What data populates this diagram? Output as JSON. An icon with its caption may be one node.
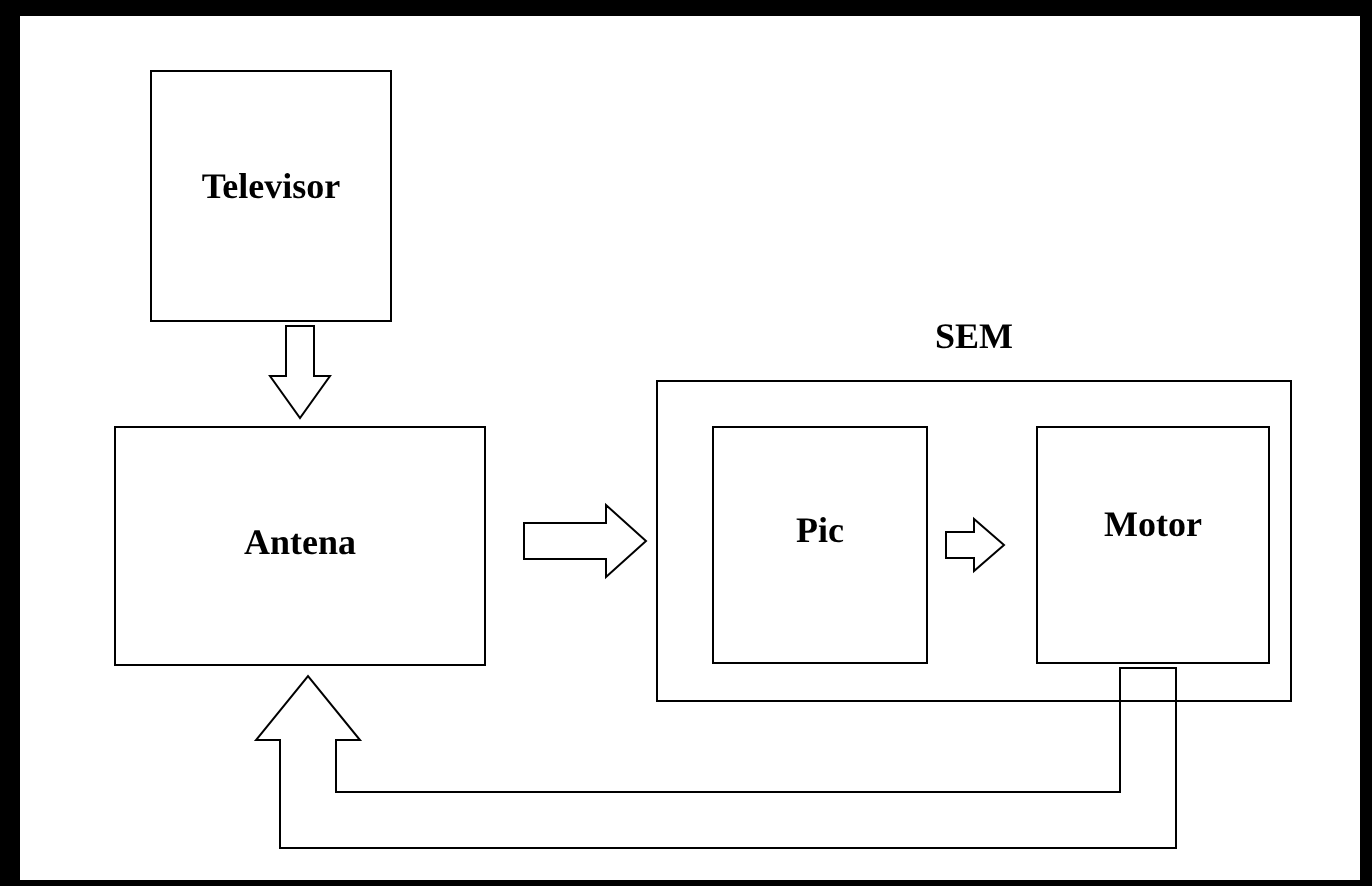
{
  "diagram": {
    "nodes": [
      {
        "text": [
          "Televisor"
        ]
      },
      {
        "text": [
          "Antena"
        ]
      },
      {
        "text": [
          "SEM"
        ]
      },
      {
        "text": [
          "Pic"
        ],
        "in": 2
      },
      {
        "text": [
          "Motor"
        ],
        "in": 2
      }
    ],
    "edges": [
      {
        "from": 0,
        "to": 1,
        "arrow": "to"
      },
      {
        "from": 1,
        "to": 2,
        "arrow": "to"
      },
      {
        "from": 3,
        "to": 4,
        "arrow": "to"
      },
      {
        "from": 4,
        "to": 1,
        "arrow": "to"
      }
    ]
  }
}
